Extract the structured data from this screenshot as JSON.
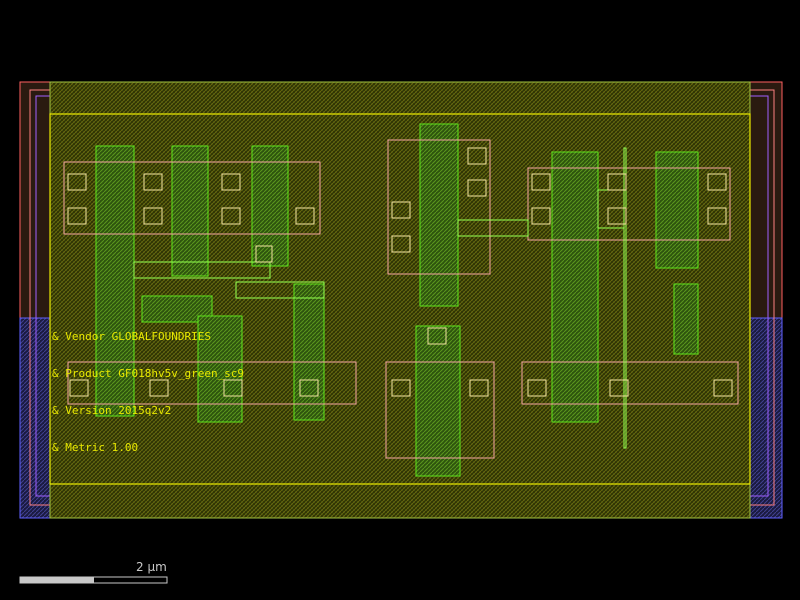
{
  "annotations": {
    "vendor": "& Vendor GLOBALFOUNDRIES",
    "product": "& Product GF018hv5v_green_sc9",
    "version": "& Version 2015q2v2",
    "metric": "& Metric 1.00"
  },
  "scale_bar": {
    "label": "2 µm"
  },
  "colors": {
    "background": "#000000",
    "nwell": "#ff6060",
    "pwell": "#6060ff",
    "cell_boundary": "#e8e800",
    "poly": "#60ff20",
    "diffusion": "#f0a0a0",
    "metal": "#80ff40",
    "contact": "#f0e0a0"
  }
}
